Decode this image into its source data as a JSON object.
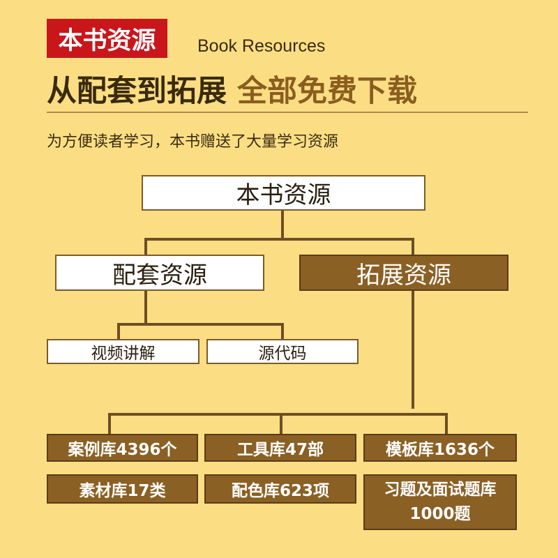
{
  "header": {
    "tag": "本书资源",
    "subtitle": "Book Resources",
    "headline_part1": "从配套到拓展",
    "headline_part2": "全部免费下载",
    "intro": "为方便读者学习，本书赠送了大量学习资源"
  },
  "tree": {
    "root": "本书资源",
    "supporting": "配套资源",
    "extended": "拓展资源",
    "supporting_items": [
      "视频讲解",
      "源代码"
    ],
    "extended_items": [
      "案例库4396个",
      "工具库47部",
      "模板库1636个",
      "素材库17类",
      "配色库623项",
      "习题及面试题库1000题"
    ]
  },
  "colors": {
    "background": "#fbde84",
    "tag_red": "#c8161b",
    "brown": "#8b6024",
    "line": "#6e4e22"
  }
}
